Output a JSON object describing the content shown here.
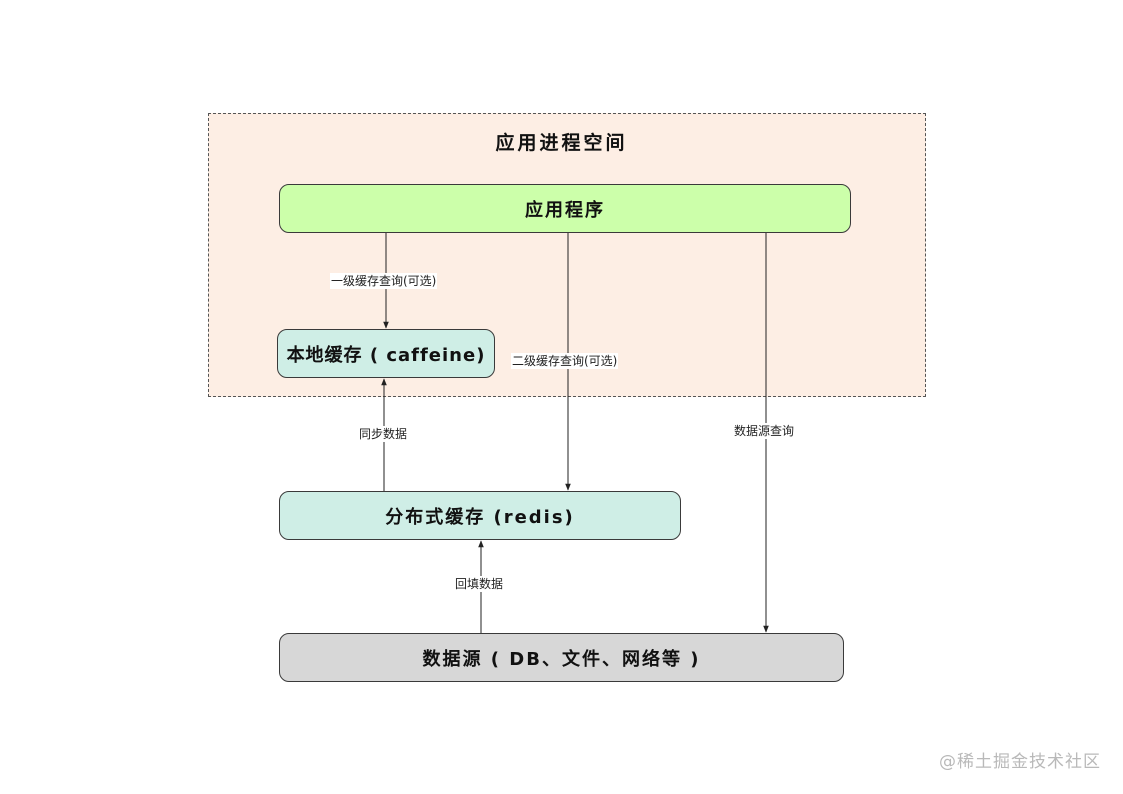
{
  "diagram": {
    "group_title": "应用进程空间",
    "nodes": {
      "app": "应用程序",
      "local_cache": "本地缓存 ( caffeine)",
      "redis_cache": "分布式缓存 (redis)",
      "data_source": "数据源 ( DB、文件、网络等 )"
    },
    "edges": {
      "l1_query": "一级缓存查询(可选)",
      "l2_query": "二级缓存查询(可选)",
      "source_query": "数据源查询",
      "sync_data": "同步数据",
      "backfill_data": "回填数据"
    }
  },
  "watermark": "@稀土掘金技术社区"
}
